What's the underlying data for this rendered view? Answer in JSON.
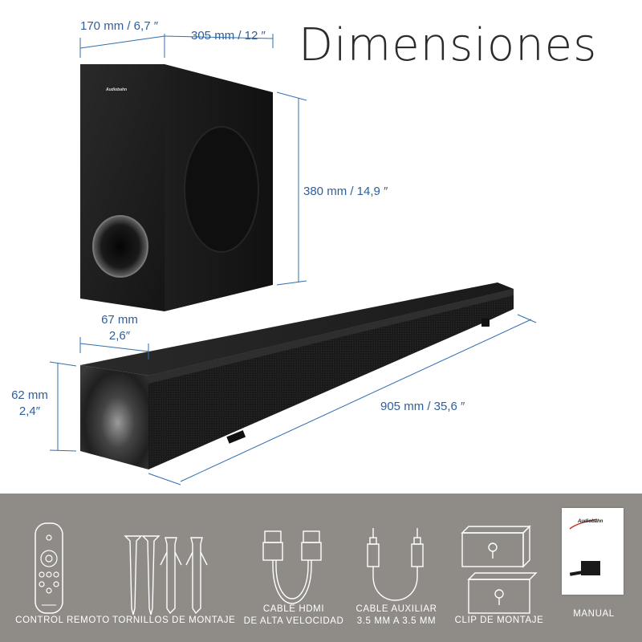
{
  "title": "Dimensiones",
  "brand": "Audiobahn",
  "dimensions": {
    "sub_depth": "170 mm / 6,7 ″",
    "sub_width": "305 mm / 12 ″",
    "sub_height": "380 mm / 14,9 ″",
    "bar_depth_mm": "67 mm",
    "bar_depth_in": "2,6″",
    "bar_height_mm": "62 mm",
    "bar_height_in": "2,4″",
    "bar_length": "905 mm / 35,6 ″"
  },
  "accessories": [
    {
      "label_1": "CONTROL REMOTO",
      "label_2": "",
      "icon": "remote-control-icon"
    },
    {
      "label_1": "TORNILLOS DE MONTAJE",
      "label_2": "",
      "icon": "screws-icon"
    },
    {
      "label_1": "CABLE HDMI",
      "label_2": "DE ALTA VELOCIDAD",
      "icon": "hdmi-cable-icon"
    },
    {
      "label_1": "CABLE AUXILIAR",
      "label_2": "3.5 MM A 3.5 MM",
      "icon": "aux-cable-icon"
    },
    {
      "label_1": "CLIP DE MONTAJE",
      "label_2": "",
      "icon": "mounting-clip-icon"
    },
    {
      "label_1": "MANUAL",
      "label_2": "",
      "icon": "manual-icon"
    }
  ],
  "colors": {
    "dimension_line": "#2f6fb0",
    "accessory_band": "#8f8b87",
    "product": "#1c1c1c"
  }
}
